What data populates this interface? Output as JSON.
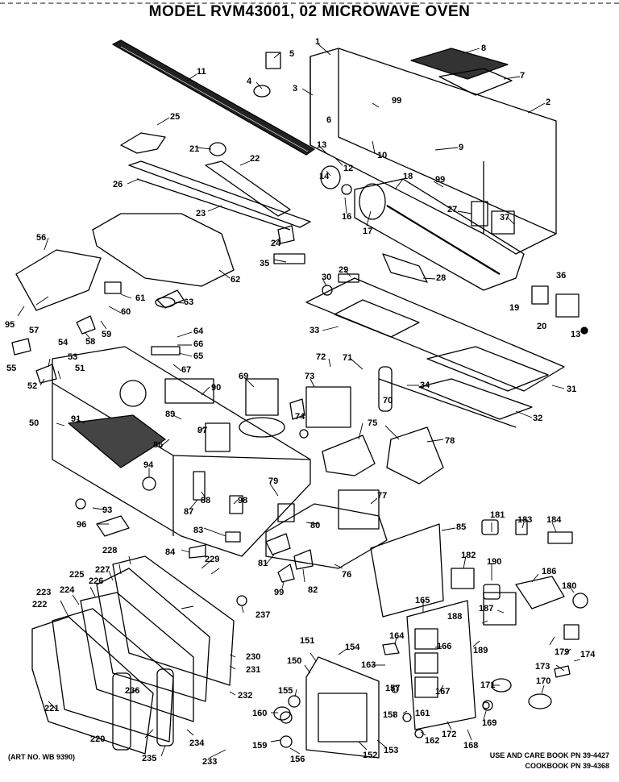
{
  "title": "MODEL RVM43001, 02 MICROWAVE OVEN",
  "art_no": "(ART NO. WB 9390)",
  "notes": [
    "USE AND CARE BOOK PN 39-4427",
    "COOKBOOK PN 39-4368"
  ],
  "part_labels": {
    "p1": "1",
    "p2": "2",
    "p3": "3",
    "p4": "4",
    "p5": "5",
    "p6": "6",
    "p7": "7",
    "p8": "8",
    "p9": "9",
    "p10": "10",
    "p11": "11",
    "p12": "12",
    "p13": "13",
    "p13b": "13",
    "p14": "14",
    "p16": "16",
    "p17": "17",
    "p18": "18",
    "p19": "19",
    "p20": "20",
    "p21": "21",
    "p22": "22",
    "p23": "23",
    "p24": "24",
    "p25": "25",
    "p26": "26",
    "p27": "27",
    "p28": "28",
    "p29": "29",
    "p30": "30",
    "p31": "31",
    "p32": "32",
    "p33": "33",
    "p34": "34",
    "p35": "35",
    "p36": "36",
    "p37": "37",
    "p50": "50",
    "p51": "51",
    "p52": "52",
    "p53": "53",
    "p54": "54",
    "p55": "55",
    "p56": "56",
    "p57": "57",
    "p58": "58",
    "p59": "59",
    "p60": "60",
    "p61": "61",
    "p62": "62",
    "p63": "63",
    "p64": "64",
    "p65": "65",
    "p66": "66",
    "p67": "67",
    "p69": "69",
    "p70": "70",
    "p71": "71",
    "p72": "72",
    "p73": "73",
    "p74": "74",
    "p75": "75",
    "p76": "76",
    "p77": "77",
    "p78": "78",
    "p79": "79",
    "p80": "80",
    "p81": "81",
    "p82": "82",
    "p83": "83",
    "p84": "84",
    "p85": "85",
    "p86": "86",
    "p87": "87",
    "p88": "88",
    "p89": "89",
    "p90": "90",
    "p91": "91",
    "p93": "93",
    "p94": "94",
    "p95": "95",
    "p96": "96",
    "p97": "97",
    "p98": "98",
    "p99": "99",
    "p99b": "99",
    "p99c": "99",
    "p150": "150",
    "p151": "151",
    "p152": "152",
    "p153": "153",
    "p154": "154",
    "p155": "155",
    "p156": "156",
    "p157": "157",
    "p158": "158",
    "p159": "159",
    "p160": "160",
    "p161": "161",
    "p162": "162",
    "p163": "163",
    "p164": "164",
    "p165": "165",
    "p166": "166",
    "p167": "167",
    "p168": "168",
    "p169": "169",
    "p170": "170",
    "p171": "171",
    "p172": "172",
    "p173": "173",
    "p174": "174",
    "p179": "179",
    "p180": "180",
    "p181": "181",
    "p182": "182",
    "p183": "183",
    "p184": "184",
    "p186": "186",
    "p187": "187",
    "p188": "188",
    "p189": "189",
    "p190": "190",
    "p220": "220",
    "p221": "221",
    "p222": "222",
    "p223": "223",
    "p224": "224",
    "p225": "225",
    "p226": "226",
    "p227": "227",
    "p228": "228",
    "p229": "229",
    "p230": "230",
    "p231": "231",
    "p232": "232",
    "p233": "233",
    "p234": "234",
    "p235": "235",
    "p236": "236",
    "p237": "237"
  }
}
